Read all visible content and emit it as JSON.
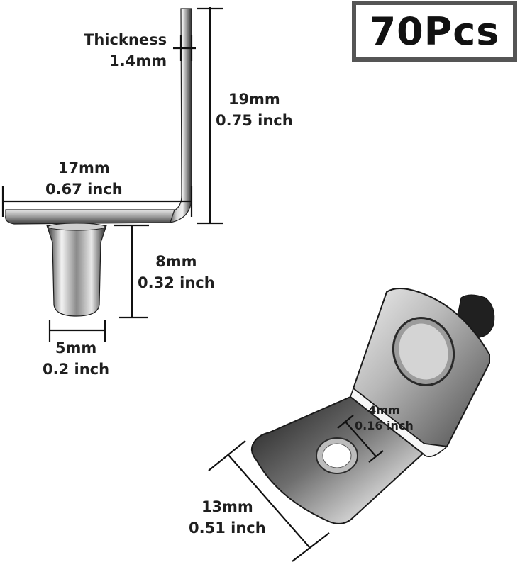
{
  "badge": {
    "quantity_text": "70Pcs"
  },
  "dimensions": {
    "thickness": {
      "label": "Thickness",
      "value": "1.4mm"
    },
    "height_arm": {
      "mm": "19mm",
      "inch": "0.75 inch"
    },
    "width_arm": {
      "mm": "17mm",
      "inch": "0.67 inch"
    },
    "pin_length": {
      "mm": "8mm",
      "inch": "0.32 inch"
    },
    "pin_diameter": {
      "mm": "5mm",
      "inch": "0.2 inch"
    },
    "hole_diameter": {
      "mm": "4mm",
      "inch": "0.16 inch"
    },
    "bracket_width": {
      "mm": "13mm",
      "inch": "0.51 inch"
    }
  },
  "colors": {
    "metal_light": "#e8e8e8",
    "metal_dark": "#2a2a2a",
    "badge_border": "#555555",
    "dim_line": "#111111"
  },
  "icons": [
    "shelf-support-side-view",
    "shelf-support-3d-view"
  ]
}
